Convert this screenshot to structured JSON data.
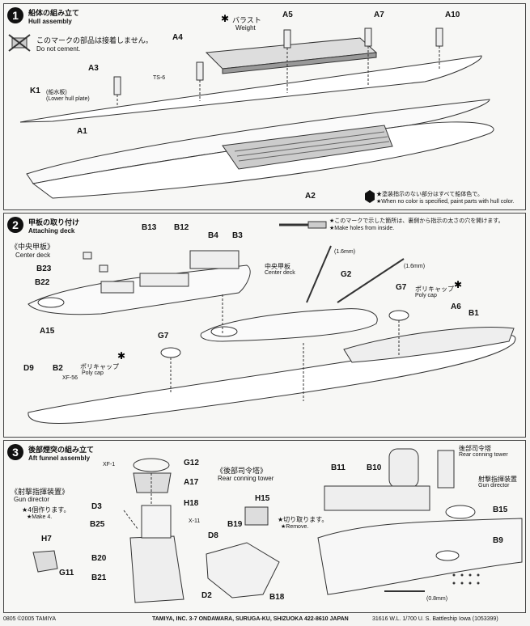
{
  "step1": {
    "number": "1",
    "title_jp": "船体の組み立て",
    "title_en": "Hull assembly",
    "nocement_jp": "このマークの部品は接着しません。",
    "nocement_en": "Do not cement.",
    "weight_jp": "バラスト",
    "weight_en": "Weight",
    "labels": {
      "a5": "A5",
      "a7": "A7",
      "a10": "A10",
      "a4": "A4",
      "a3": "A3",
      "ts6": "TS-6",
      "k1": "K1",
      "a1": "A1",
      "a2": "A2"
    },
    "k1_jp": "(船水板)",
    "k1_en": "(Lower hull plate)",
    "paint_jp": "★塗装指示のない部分はすべて船体色で。",
    "paint_en": "★When no color is specified, paint parts with hull color."
  },
  "step2": {
    "number": "2",
    "title_jp": "甲板の取り付け",
    "title_en": "Attaching deck",
    "holes_jp": "★このマークで示した箇所は、裏側から指示の太さの穴を開けます。",
    "holes_en": "★Make holes from inside.",
    "center_deck_jp": "《中央甲板》",
    "center_deck_en": "Center deck",
    "center_deck2_jp": "中央甲板",
    "center_deck2_en": "Center deck",
    "polycap_jp": "ポリキャップ",
    "polycap_en": "Poly cap",
    "drill1": "(1.6mm)",
    "drill2": "(1.6mm)",
    "labels": {
      "b13": "B13",
      "b12": "B12",
      "b4": "B4",
      "b3": "B3",
      "b23": "B23",
      "b22": "B22",
      "a15": "A15",
      "g2": "G2",
      "g7a": "G7",
      "g7b": "G7",
      "a6": "A6",
      "b1": "B1",
      "d9": "D9",
      "b2": "B2",
      "xf56": "XF-56"
    }
  },
  "step3": {
    "number": "3",
    "title_jp": "後部煙突の組み立て",
    "title_en": "Aft funnel assembly",
    "gd_jp": "《射撃指揮装置》",
    "gd_en": "Gun director",
    "make4_jp": "★4個作ります。",
    "make4_en": "★Make 4.",
    "rct_jp": "《後部司令塔》",
    "rct_en": "Rear conning tower",
    "cut_jp": "★切り取ります。",
    "cut_en": "★Remove.",
    "rct2_jp": "後部司令塔",
    "rct2_en": "Rear conning tower",
    "gd2_jp": "射撃指揮装置",
    "gd2_en": "Gun director",
    "drill": "(0.8mm)",
    "labels": {
      "xf1": "XF-1",
      "g12": "G12",
      "a17": "A17",
      "d3": "D3",
      "h18": "H18",
      "b25": "B25",
      "x11": "X-11",
      "h7": "H7",
      "b20": "B20",
      "g11": "G11",
      "b21": "B21",
      "d2": "D2",
      "h15": "H15",
      "d8": "D8",
      "b19": "B19",
      "b18": "B18",
      "b11": "B11",
      "b10": "B10",
      "b15": "B15",
      "b9": "B9"
    }
  },
  "footer": {
    "code": "0805 ©2005 TAMIYA",
    "address": "TAMIYA, INC. 3-7 ONDAWARA, SURUGA-KU, SHIZUOKA 422-8610 JAPAN",
    "item": "31616  W.L. 1/700 U. S. Battleship Iowa (1053399)"
  }
}
